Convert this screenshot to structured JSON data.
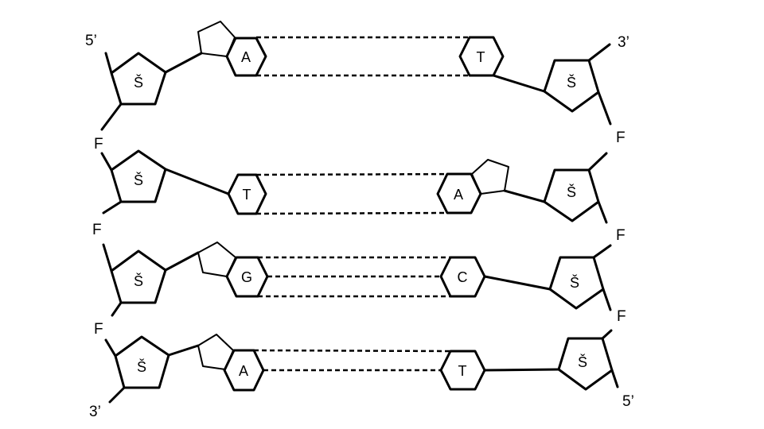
{
  "labels": {
    "sugar": "Š",
    "phosphate": "F",
    "five_prime": "5’",
    "three_prime": "3’"
  },
  "pairs": [
    {
      "left": "A",
      "right": "T",
      "hydrogen_bonds": 2
    },
    {
      "left": "T",
      "right": "A",
      "hydrogen_bonds": 2
    },
    {
      "left": "G",
      "right": "C",
      "hydrogen_bonds": 3
    },
    {
      "left": "A",
      "right": "T",
      "hydrogen_bonds": 2
    }
  ]
}
